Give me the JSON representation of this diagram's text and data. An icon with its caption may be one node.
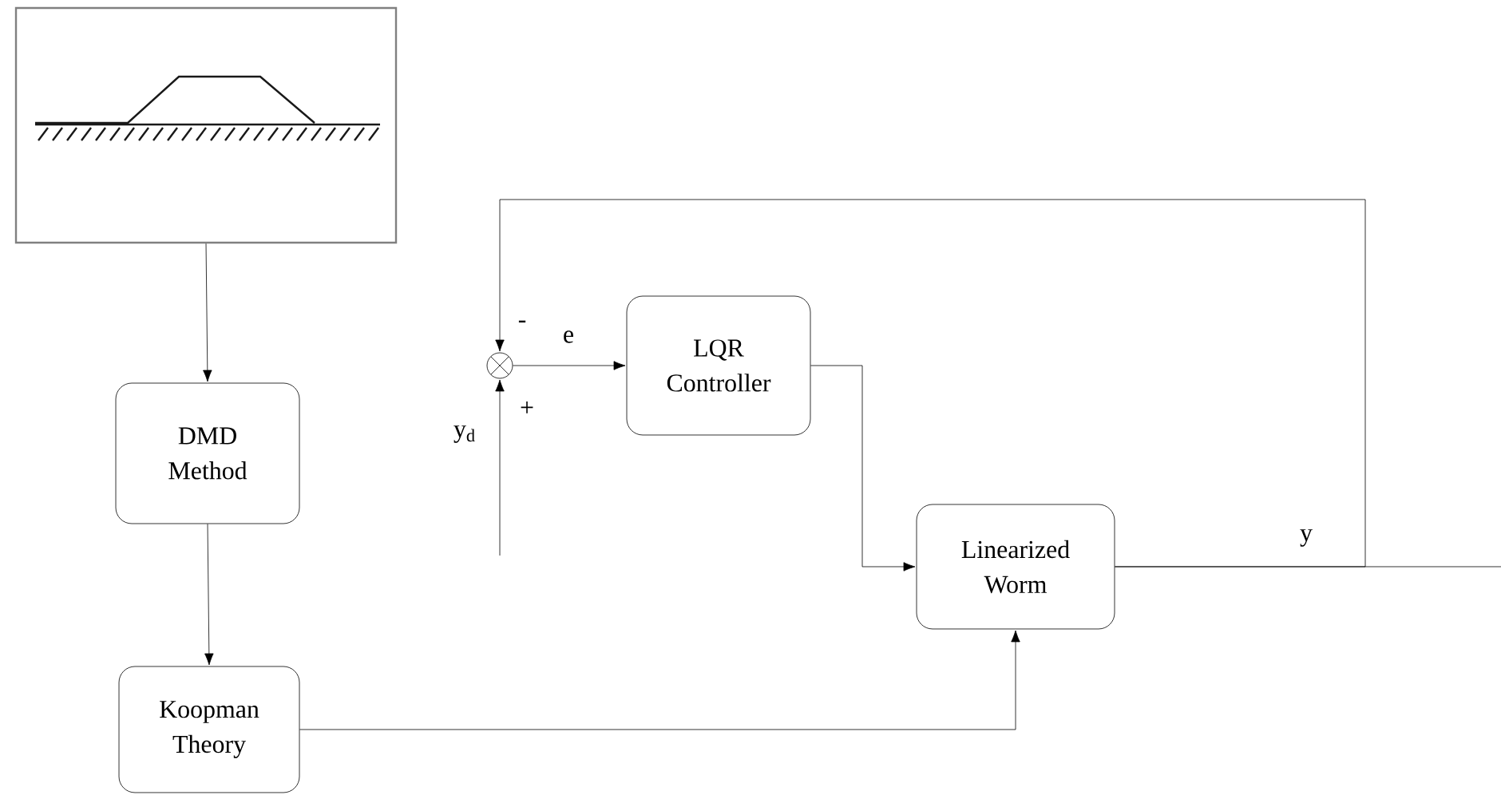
{
  "diagram": {
    "nodes": [
      {
        "text": [],
        "shape": "picture"
      },
      {
        "text": [
          "DMD Method"
        ]
      },
      {
        "text": [
          "Koopman Theory"
        ]
      },
      {
        "text": [],
        "shape": "circle"
      },
      {
        "text": [
          "LQR Controller"
        ]
      },
      {
        "text": [
          "Linearized Worm"
        ]
      }
    ],
    "edges": [
      {
        "from": 0,
        "to": 1,
        "arrow": "to"
      },
      {
        "from": 1,
        "to": 2,
        "arrow": "to"
      },
      {
        "from": 2,
        "to": 5,
        "arrow": "to"
      },
      {
        "from": 3,
        "to": 4,
        "arrow": "to",
        "label": "e"
      },
      {
        "from": 4,
        "to": 5,
        "arrow": "to"
      },
      {
        "from": 5,
        "to": 3,
        "arrow": "to"
      },
      {
        "from": 5,
        "to": null,
        "arrow": "none",
        "label": "y"
      },
      {
        "from": null,
        "to": 3,
        "arrow": "to",
        "label": "y$_{d}$"
      }
    ],
    "labels": [
      "-",
      "+"
    ]
  }
}
